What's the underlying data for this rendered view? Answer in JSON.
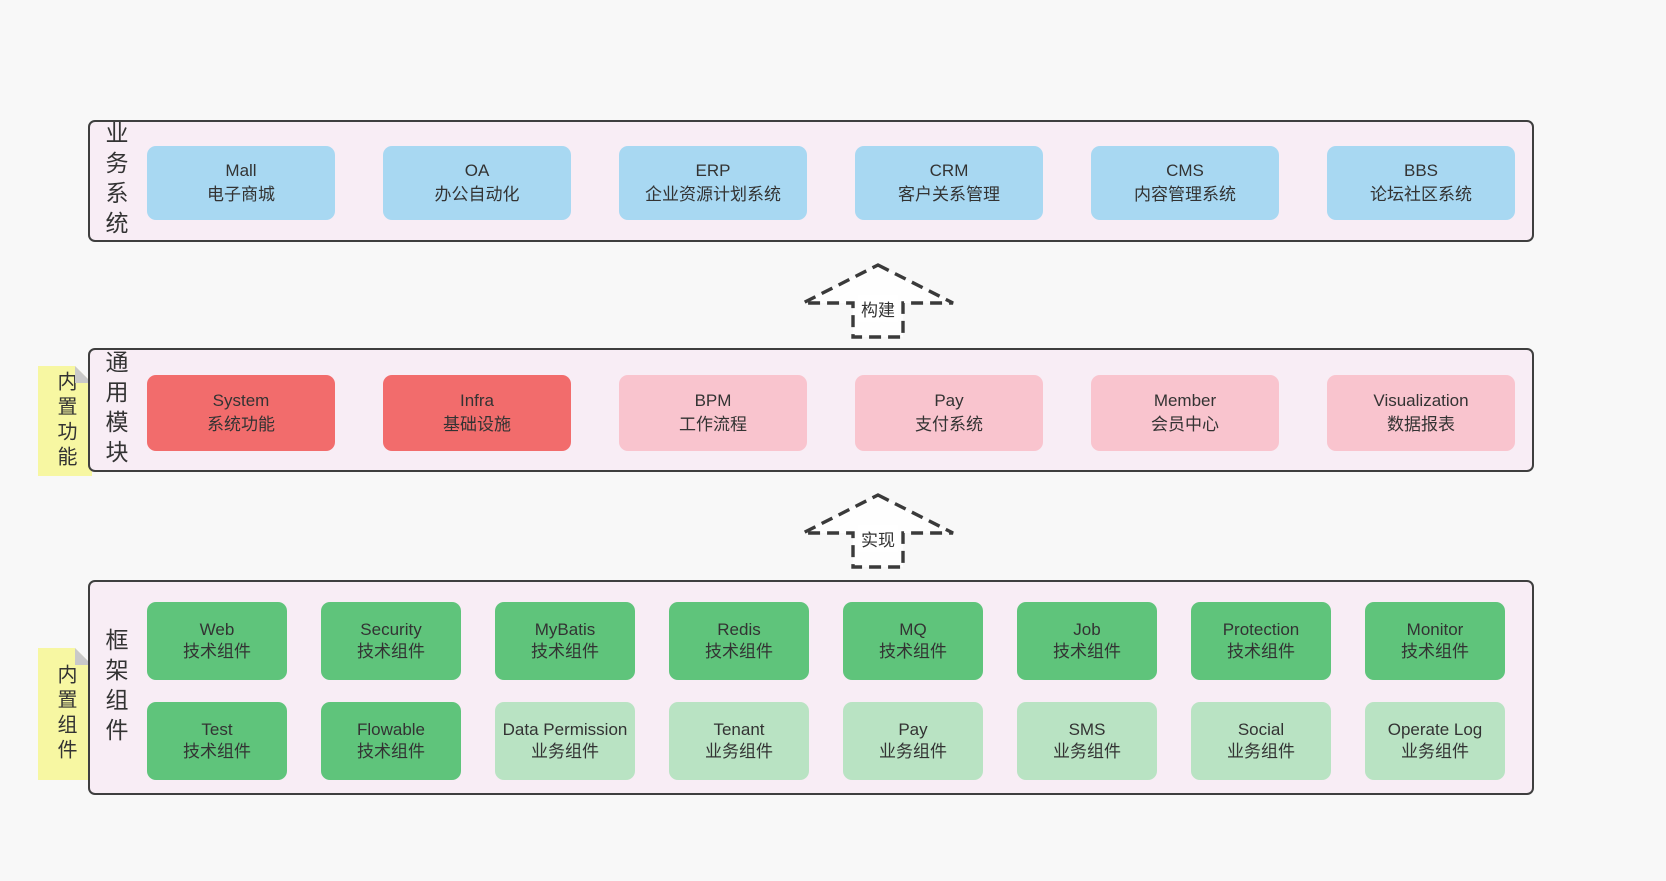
{
  "colors": {
    "page_bg": "#f8f8f8",
    "panel_bg": "#f8edf5",
    "panel_border": "#3f3f3f",
    "box_blue": "#a8d8f2",
    "box_red": "#f26c6c",
    "box_pink": "#f9c4ce",
    "box_green": "#5fc47b",
    "box_green_light": "#b9e3c3",
    "sticky_yellow": "#f7f7a2",
    "sticky_fold_gray": "#c9c9c9",
    "text": "#333333"
  },
  "arrows": [
    {
      "label": "构建"
    },
    {
      "label": "实现"
    }
  ],
  "sections": [
    {
      "label": "业务系统",
      "boxes": [
        {
          "title": "Mall",
          "subtitle": "电子商城"
        },
        {
          "title": "OA",
          "subtitle": "办公自动化"
        },
        {
          "title": "ERP",
          "subtitle": "企业资源计划系统"
        },
        {
          "title": "CRM",
          "subtitle": "客户关系管理"
        },
        {
          "title": "CMS",
          "subtitle": "内容管理系统"
        },
        {
          "title": "BBS",
          "subtitle": "论坛社区系统"
        }
      ]
    },
    {
      "label": "通用模块",
      "sticky_label": "内置功能",
      "boxes": [
        {
          "title": "System",
          "subtitle": "系统功能"
        },
        {
          "title": "Infra",
          "subtitle": "基础设施"
        },
        {
          "title": "BPM",
          "subtitle": "工作流程"
        },
        {
          "title": "Pay",
          "subtitle": "支付系统"
        },
        {
          "title": "Member",
          "subtitle": "会员中心"
        },
        {
          "title": "Visualization",
          "subtitle": "数据报表"
        }
      ]
    },
    {
      "label": "框架组件",
      "sticky_label": "内置组件",
      "rows": [
        [
          {
            "title": "Web",
            "subtitle": "技术组件"
          },
          {
            "title": "Security",
            "subtitle": "技术组件"
          },
          {
            "title": "MyBatis",
            "subtitle": "技术组件"
          },
          {
            "title": "Redis",
            "subtitle": "技术组件"
          },
          {
            "title": "MQ",
            "subtitle": "技术组件"
          },
          {
            "title": "Job",
            "subtitle": "技术组件"
          },
          {
            "title": "Protection",
            "subtitle": "技术组件"
          },
          {
            "title": "Monitor",
            "subtitle": "技术组件"
          }
        ],
        [
          {
            "title": "Test",
            "subtitle": "技术组件"
          },
          {
            "title": "Flowable",
            "subtitle": "技术组件"
          },
          {
            "title": "Data Permission",
            "subtitle": "业务组件"
          },
          {
            "title": "Tenant",
            "subtitle": "业务组件"
          },
          {
            "title": "Pay",
            "subtitle": "业务组件"
          },
          {
            "title": "SMS",
            "subtitle": "业务组件"
          },
          {
            "title": "Social",
            "subtitle": "业务组件"
          },
          {
            "title": "Operate Log",
            "subtitle": "业务组件"
          }
        ]
      ]
    }
  ]
}
